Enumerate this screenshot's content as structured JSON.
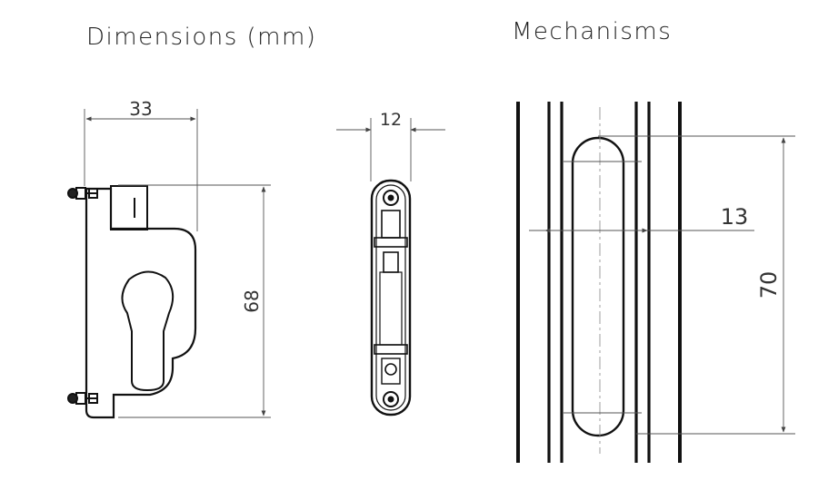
{
  "titles": {
    "dimensions": "Dimensions (mm)",
    "mechanisms": "Mechanisms"
  },
  "dimensions": {
    "width": "33",
    "height": "68",
    "thickness": "12",
    "inner_width": "13",
    "inner_height": "70"
  }
}
